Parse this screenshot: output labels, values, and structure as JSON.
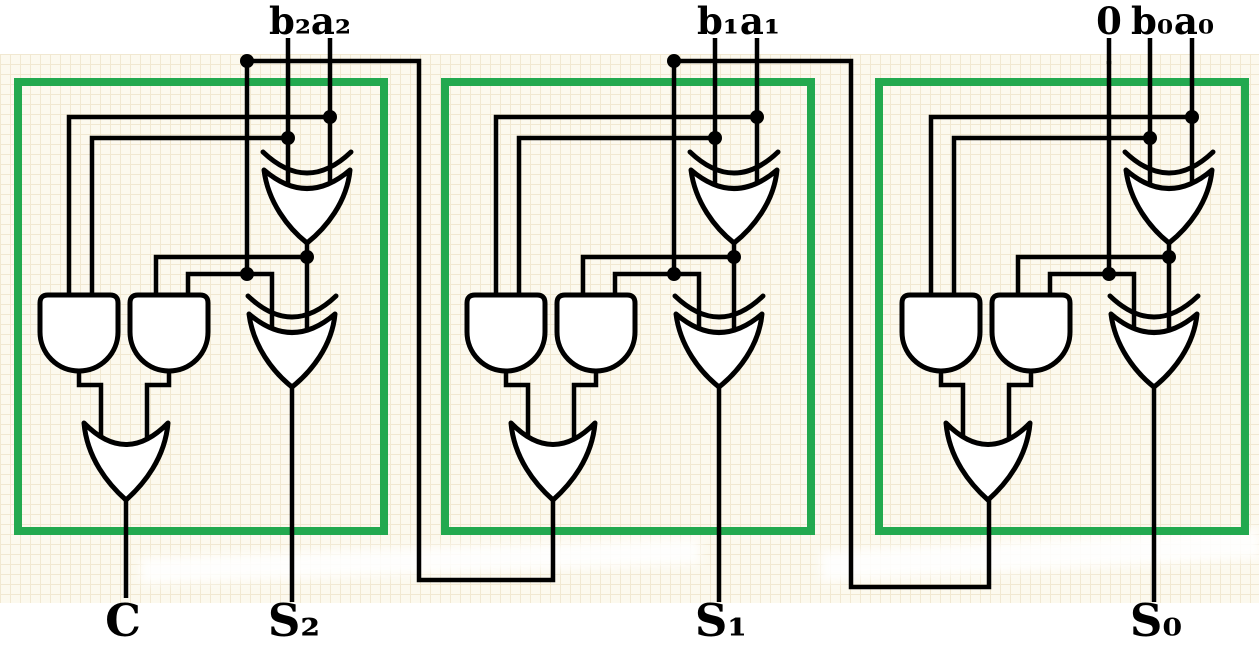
{
  "diagram": {
    "type": "logic-circuit",
    "description": "3-bit ripple-carry adder made of three full-adder blocks outlined in green; carries ripple from the bit-0 block on the right to the bit-2 block on the left",
    "colors": {
      "block_outline": "#23A94F",
      "wire": "#000000",
      "gate_fill": "#ffffff",
      "grid_background": "#fcf9ee",
      "grid_line": "#f1e8d1"
    },
    "labels": {
      "b2": "b₂",
      "a2": "a₂",
      "b1": "b₁",
      "a1": "a₁",
      "zero": "0",
      "b0": "b₀",
      "a0": "a₀",
      "carry_out": "C",
      "s2": "S₂",
      "s1": "S₁",
      "s0": "S₀"
    },
    "blocks": [
      {
        "name": "full-adder-bit-2",
        "inputs": [
          "b₂",
          "a₂",
          "carry-in from bit 1"
        ],
        "outputs": [
          "C",
          "S₂"
        ],
        "gates": [
          "XOR",
          "XOR",
          "AND",
          "AND",
          "OR"
        ]
      },
      {
        "name": "full-adder-bit-1",
        "inputs": [
          "b₁",
          "a₁",
          "carry-in from bit 0"
        ],
        "outputs": [
          "carry-out to bit 2",
          "S₁"
        ],
        "gates": [
          "XOR",
          "XOR",
          "AND",
          "AND",
          "OR"
        ]
      },
      {
        "name": "full-adder-bit-0",
        "inputs": [
          "0",
          "b₀",
          "a₀"
        ],
        "outputs": [
          "carry-out to bit 1",
          "S₀"
        ],
        "gates": [
          "XOR",
          "XOR",
          "AND",
          "AND",
          "OR"
        ]
      }
    ]
  }
}
